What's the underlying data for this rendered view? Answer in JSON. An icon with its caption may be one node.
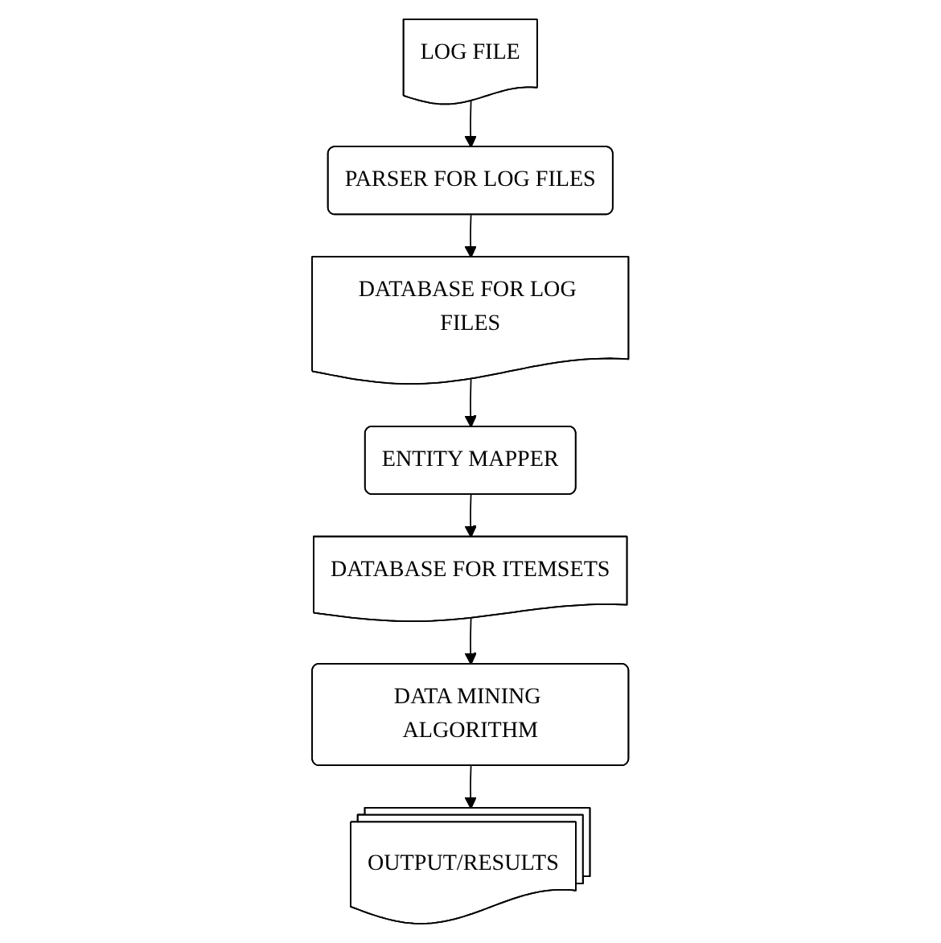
{
  "diagram": {
    "nodes": [
      {
        "text": [
          "LOG FILE"
        ]
      },
      {
        "text": [
          "PARSER FOR LOG FILES"
        ]
      },
      {
        "text": [
          "DATABASE FOR LOG FILES"
        ]
      },
      {
        "text": [
          "ENTITY MAPPER"
        ]
      },
      {
        "text": [
          "DATABASE FOR ITEMSETS"
        ]
      },
      {
        "text": [
          "DATA MINING ALGORITHM"
        ]
      },
      {
        "text": [
          "OUTPUT/RESULTS"
        ]
      }
    ],
    "edges": [
      {
        "from": 0,
        "to": 1,
        "arrow": "to"
      },
      {
        "from": 1,
        "to": 2,
        "arrow": "to"
      },
      {
        "from": 2,
        "to": 3,
        "arrow": "to"
      },
      {
        "from": 3,
        "to": 4,
        "arrow": "to"
      },
      {
        "from": 4,
        "to": 5,
        "arrow": "to"
      },
      {
        "from": 5,
        "to": 6,
        "arrow": "to"
      }
    ]
  }
}
